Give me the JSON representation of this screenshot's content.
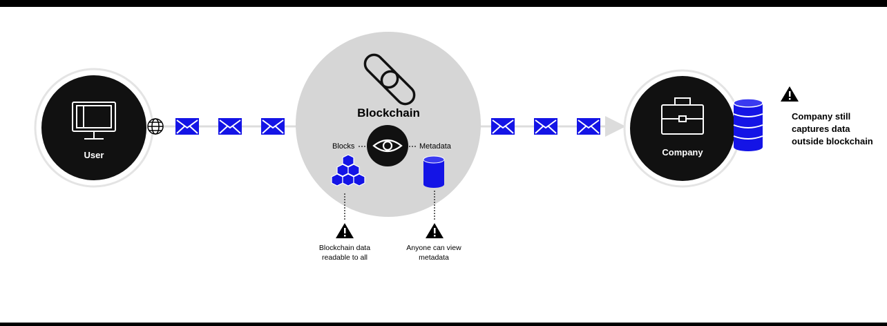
{
  "nodes": {
    "user": {
      "label": "User",
      "icon": "computer-monitor-icon"
    },
    "blockchain": {
      "title": "Blockchain",
      "icon": "chain-link-icon",
      "eye_icon": "eye-icon",
      "blocks_label": "Blocks",
      "metadata_label": "Metadata",
      "blocks_icon": "stacked-cubes-icon",
      "metadata_icon": "database-icon"
    },
    "company": {
      "label": "Company",
      "icon": "briefcase-icon",
      "storage_icon": "database-stack-icon"
    }
  },
  "connectors": {
    "globe_icon": "globe-icon",
    "message_icon": "envelope-icon",
    "messages_per_side": 3
  },
  "warnings": {
    "icon": "warning-triangle-icon",
    "blocks_warning": "Blockchain data readable to all",
    "metadata_warning": "Anyone can view metadata",
    "company_warning": "Company still captures data outside blockchain"
  },
  "colors": {
    "accent_blue": "#1414e6",
    "circle_gray": "#d6d6d6",
    "ring_gray": "#e4e4e4",
    "dark": "#111111"
  }
}
